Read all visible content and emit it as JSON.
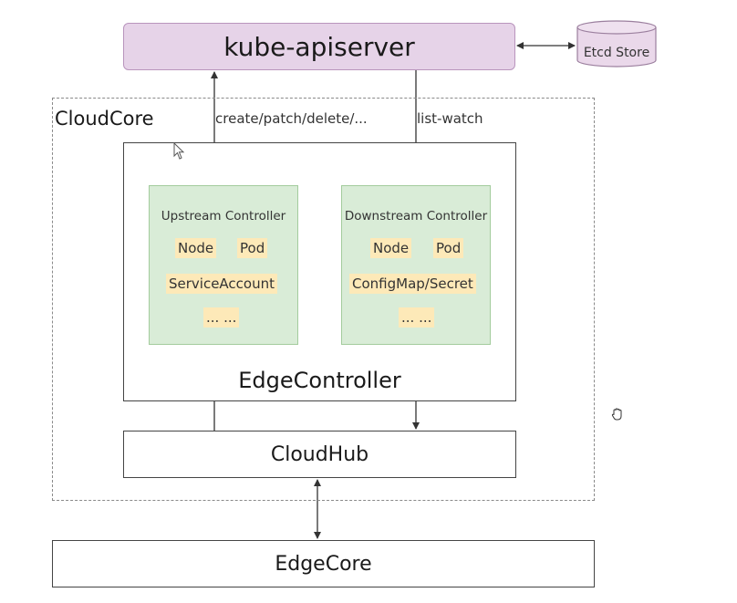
{
  "diagram": {
    "apiserver": {
      "label": "kube-apiserver"
    },
    "etcd": {
      "label": "Etcd Store"
    },
    "cloudcore": {
      "label": "CloudCore"
    },
    "edgecontroller": {
      "label": "EdgeController",
      "upstream": {
        "title": "Upstream Controller",
        "items": [
          "Node",
          "Pod",
          "ServiceAccount",
          "... ..."
        ]
      },
      "downstream": {
        "title": "Downstream Controller",
        "items": [
          "Node",
          "Pod",
          "ConfigMap/Secret",
          "... ..."
        ]
      }
    },
    "cloudhub": {
      "label": "CloudHub"
    },
    "edgecore": {
      "label": "EdgeCore"
    },
    "edges": {
      "upstream_to_api": "create/patch/delete/...",
      "api_to_downstream": "list-watch"
    }
  },
  "colors": {
    "apiserver_fill": "#e6d3e8",
    "apiserver_border": "#b995bd",
    "controller_fill": "#d9ecd7",
    "controller_border": "#a3cc9d",
    "chip_fill": "#fde9b8",
    "etcd_fill": "#ead8ea"
  },
  "icons": {
    "etcd": "database-cylinder-icon",
    "cursor_pointer": "mouse-pointer-icon",
    "cursor_hand": "hand-cursor-icon"
  }
}
